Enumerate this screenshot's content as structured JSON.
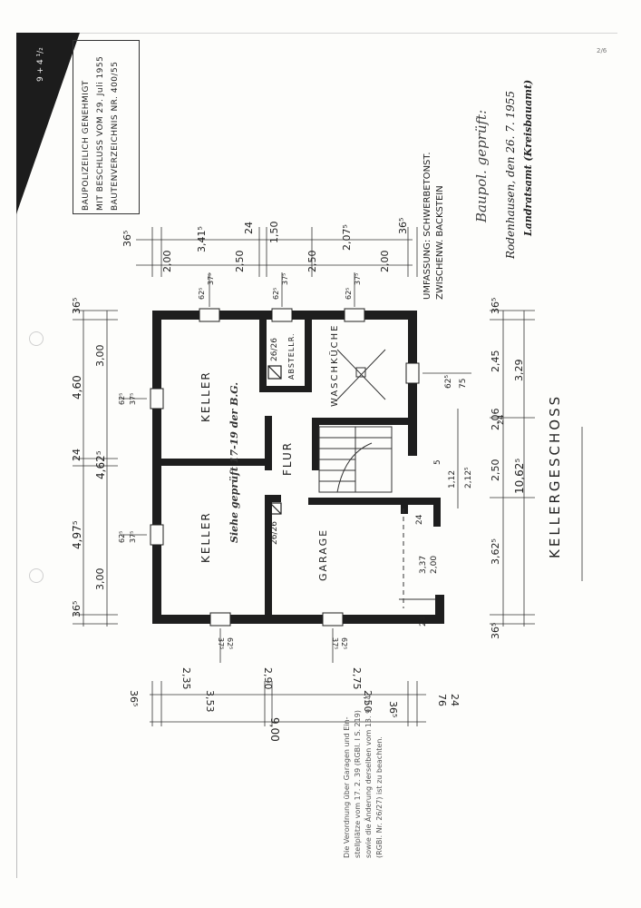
{
  "stamp": {
    "line1": "BAUPOLIZEILICH GENEHMIGT",
    "line2": "MIT BESCHLUSS VOM 29. Juli 1955",
    "line3": "BAUTENVERZEICHNIS NR. 400/55"
  },
  "approval": {
    "title": "Baupol. geprüft:",
    "place_date": "Rodenhausen, den 26. 7. 1955",
    "office": "Landratsamt (Kreisbauamt)"
  },
  "plan": {
    "title": "KELLERGESCHOSS",
    "construction": [
      "UMFASSUNG: SCHWERBETONST.",
      "ZWISCHENW. BACKSTEIN"
    ],
    "rooms": {
      "keller_top": "KELLER",
      "keller_bottom": "KELLER",
      "waschkueche": "WASCHKÜCHE",
      "abstellraum": "ABSTELLR.",
      "flur": "FLUR",
      "garage": "GARAGE"
    },
    "vertical_note": "Siehe geprüft 17-19 der B.G."
  },
  "dimensions": {
    "top_chain": [
      "36⁵",
      "3,41⁵",
      "24",
      "1,50",
      "2,07⁵",
      "36⁵"
    ],
    "top_chain2": [
      "2,00",
      "2,50",
      "2,50",
      "2,00"
    ],
    "window_dims": [
      "62⁵",
      "37⁵",
      "62⁵",
      "37⁵",
      "62⁵",
      "37⁵"
    ],
    "left_chain": [
      "36⁵",
      "4,60",
      "3,00",
      "24",
      "4,62⁵",
      "4,97⁵",
      "3,00",
      "36⁵"
    ],
    "left_window": [
      "62⁵",
      "37⁵",
      "62⁵",
      "37⁵"
    ],
    "right_chain": [
      "36⁵",
      "2,45",
      "3,29",
      "2,06",
      "2,50",
      "10,62⁵",
      "3,62⁵",
      "36⁵"
    ],
    "right_misc": [
      "62⁵",
      "75",
      "24",
      "5",
      "1,12",
      "2,12⁵",
      "24",
      "24"
    ],
    "garage": [
      "3,37",
      "2,00",
      "26/26",
      "26/26"
    ],
    "bottom_chain": [
      "36⁵",
      "2,35",
      "3,53",
      "2,90",
      "2,75",
      "2,50",
      "36⁵",
      "24",
      "76"
    ],
    "bottom_total": "9,00",
    "bottom_window": [
      "37⁵",
      "62⁵",
      "37⁵",
      "62⁵"
    ]
  },
  "footnote": [
    "Die Verordnung über Garagen und Ein-",
    "stellplätze vom 17. 2. 39 (RGBl. I S. 219)",
    "sowie die Änderung derselben vom 13. 9. 44",
    "(RGBl. Nr. 26/27) ist zu beachten."
  ],
  "corner_marks": "9 + 4 ¹/₂",
  "page_mark": "2/6"
}
